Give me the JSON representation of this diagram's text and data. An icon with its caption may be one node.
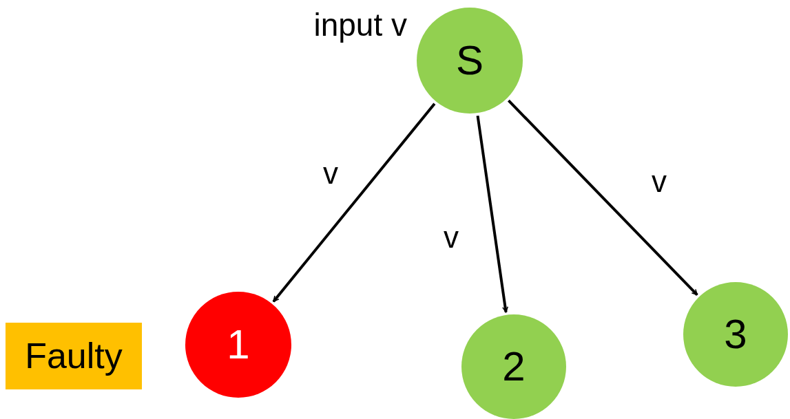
{
  "diagram": {
    "nodes": [
      {
        "text": [
          "S"
        ],
        "beside": [
          "input v"
        ]
      },
      {
        "text": [
          "Faulty"
        ]
      },
      {
        "text": [
          "1"
        ]
      },
      {
        "text": [
          "2"
        ]
      },
      {
        "text": [
          "3"
        ]
      }
    ],
    "edges": [
      {
        "from": 0,
        "to": 2,
        "arrow": "to",
        "label": "v"
      },
      {
        "from": 0,
        "to": 3,
        "arrow": "to",
        "label": "v"
      },
      {
        "from": 0,
        "to": 4,
        "arrow": "to",
        "label": "v"
      }
    ]
  }
}
